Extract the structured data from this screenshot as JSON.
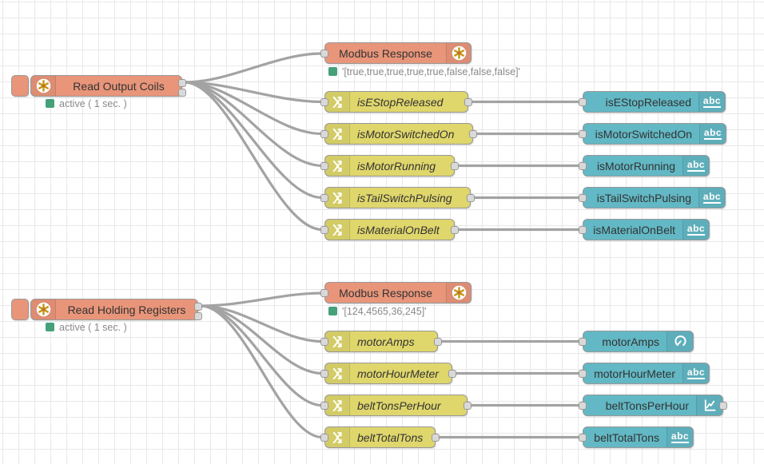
{
  "app": "flow-editor-canvas",
  "colors": {
    "modbus_node": "#e8957a",
    "function_node": "#dfd66c",
    "widget_node": "#62b8c4",
    "status_dot_green": "#44a17a",
    "wire": "#a3a3a3",
    "grid_line": "#e8e8e8"
  },
  "icons": {
    "abc_label": "abc"
  },
  "groups": {
    "coils": {
      "reader": {
        "label": "Read Output Coils",
        "status": "active ( 1 sec. )"
      },
      "response": {
        "label": "Modbus Response",
        "status": "'[true,true,true,true,true,false,false,false]'"
      },
      "functions": [
        {
          "label": "isEStopReleased"
        },
        {
          "label": "isMotorSwitchedOn"
        },
        {
          "label": "isMotorRunning"
        },
        {
          "label": "isTailSwitchPulsing"
        },
        {
          "label": "isMaterialOnBelt"
        }
      ],
      "widgets": [
        {
          "label": "isEStopReleased",
          "icon": "abc-icon"
        },
        {
          "label": "isMotorSwitchedOn",
          "icon": "abc-icon"
        },
        {
          "label": "isMotorRunning",
          "icon": "abc-icon"
        },
        {
          "label": "isTailSwitchPulsing",
          "icon": "abc-icon"
        },
        {
          "label": "isMaterialOnBelt",
          "icon": "abc-icon"
        }
      ]
    },
    "registers": {
      "reader": {
        "label": "Read Holding Registers",
        "status": "active ( 1 sec. )"
      },
      "response": {
        "label": "Modbus Response",
        "status": "'[124,4565,36,245]'"
      },
      "functions": [
        {
          "label": "motorAmps"
        },
        {
          "label": "motorHourMeter"
        },
        {
          "label": "beltTonsPerHour"
        },
        {
          "label": "beltTotalTons"
        }
      ],
      "widgets": [
        {
          "label": "motorAmps",
          "icon": "gauge-icon"
        },
        {
          "label": "motorHourMeter",
          "icon": "abc-icon"
        },
        {
          "label": "beltTonsPerHour",
          "icon": "chart-icon"
        },
        {
          "label": "beltTotalTons",
          "icon": "abc-icon"
        }
      ]
    }
  }
}
